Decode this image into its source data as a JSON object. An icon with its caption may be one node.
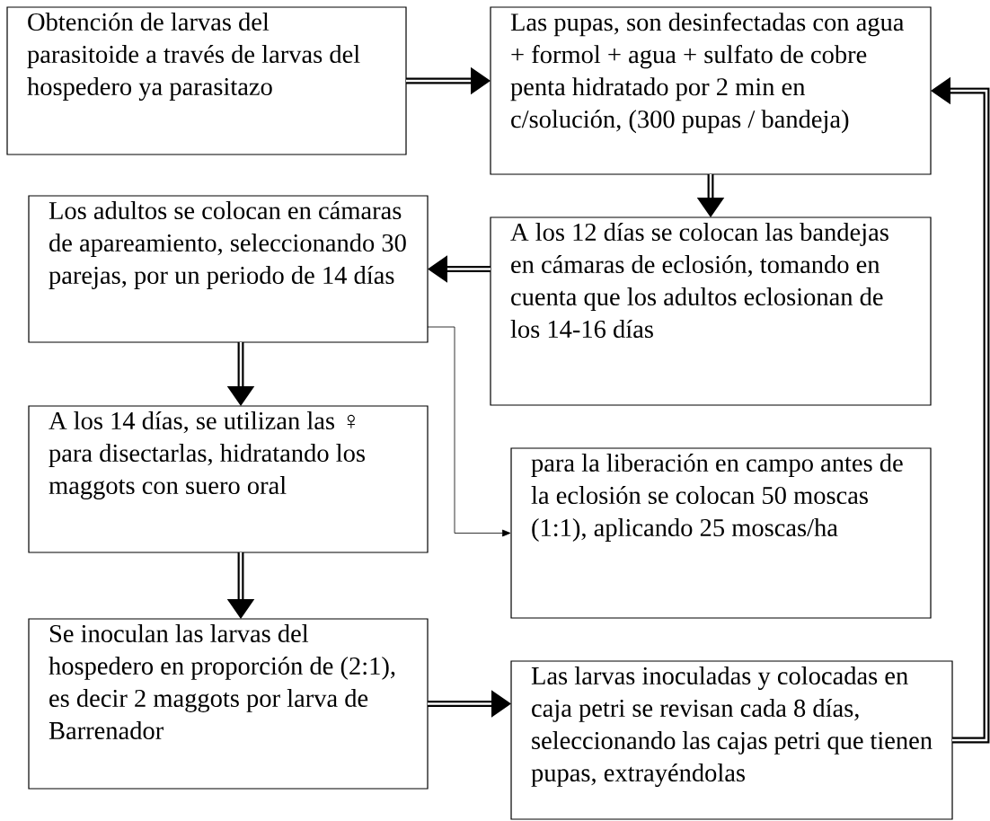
{
  "diagram": {
    "nodes": [
      {
        "text": [
          "Obtención de larvas del parasitoide a través de larvas del hospedero ya parasitazo"
        ]
      },
      {
        "text": [
          "Las pupas, son desinfectadas con agua + formol + agua + sulfato de cobre penta hidratado por 2 min en c/solución, (300 pupas / bandeja)"
        ]
      },
      {
        "text": [
          "Los adultos se colocan en cámaras de apareamiento, seleccionando 30 parejas, por un periodo de 14 días"
        ]
      },
      {
        "text": [
          "A los 12 días se colocan las bandejas en cámaras de eclosión, tomando en cuenta que los adultos eclosionan de los 14-16 días"
        ]
      },
      {
        "text": [
          "A los 14 días, se utilizan las ♀ para disectarlas, hidratando los maggots con suero oral"
        ]
      },
      {
        "text": [
          "para la liberación en campo antes de la eclosión se colocan 50 moscas (1:1), aplicando 25 moscas/ha"
        ]
      },
      {
        "text": [
          "Se inoculan las larvas del hospedero en proporción de (2:1), es decir 2 maggots por larva de Barrenador"
        ]
      },
      {
        "text": [
          "Las larvas inoculadas y colocadas en caja petri se revisan cada 8 días, seleccionando las cajas petri que tienen pupas, extrayéndolas"
        ]
      }
    ],
    "edges": [
      {
        "from": 0,
        "to": 1,
        "arrow": "to"
      },
      {
        "from": 1,
        "to": 3,
        "arrow": "to"
      },
      {
        "from": 3,
        "to": 2,
        "arrow": "to"
      },
      {
        "from": 2,
        "to": 4,
        "arrow": "to"
      },
      {
        "from": 4,
        "to": 6,
        "arrow": "to"
      },
      {
        "from": 6,
        "to": 7,
        "arrow": "to"
      },
      {
        "from": 7,
        "to": 1,
        "arrow": "to"
      },
      {
        "from": 2,
        "to": 5,
        "arrow": "to"
      }
    ]
  }
}
